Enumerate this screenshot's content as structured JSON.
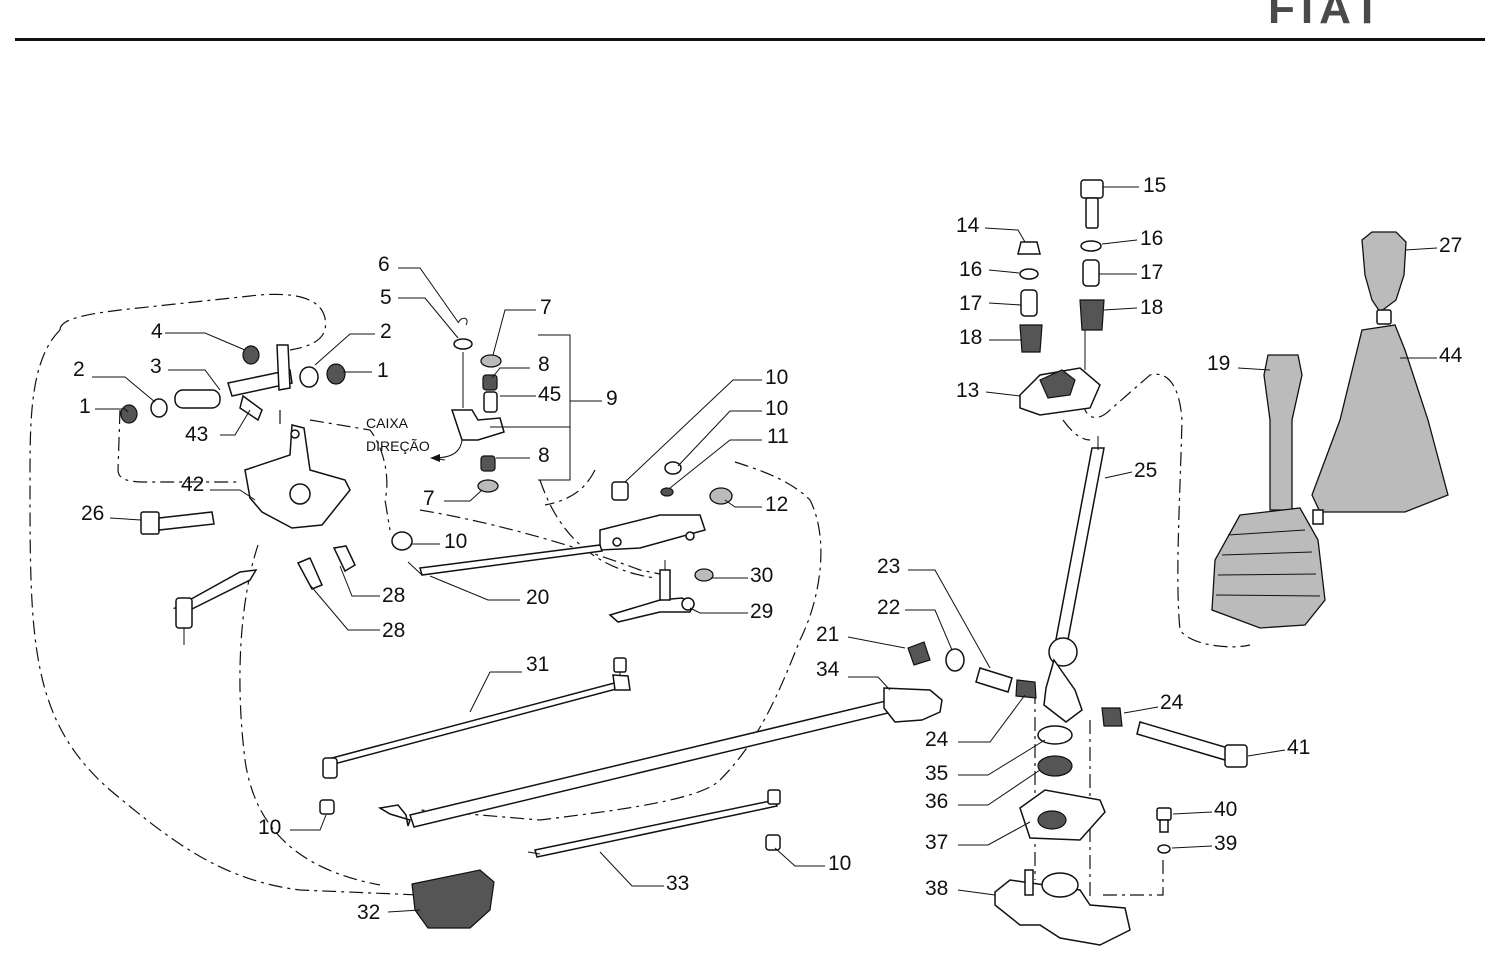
{
  "header": {
    "brand": "FIAT"
  },
  "notes": {
    "caixa": "CAIXA",
    "direcao": "DIREÇÃO"
  },
  "callouts": [
    {
      "id": "c1a",
      "text": "1"
    },
    {
      "id": "c1b",
      "text": "1"
    },
    {
      "id": "c2a",
      "text": "2"
    },
    {
      "id": "c2b",
      "text": "2"
    },
    {
      "id": "c3",
      "text": "3"
    },
    {
      "id": "c4",
      "text": "4"
    },
    {
      "id": "c5",
      "text": "5"
    },
    {
      "id": "c6",
      "text": "6"
    },
    {
      "id": "c7a",
      "text": "7"
    },
    {
      "id": "c7b",
      "text": "7"
    },
    {
      "id": "c8a",
      "text": "8"
    },
    {
      "id": "c8b",
      "text": "8"
    },
    {
      "id": "c9",
      "text": "9"
    },
    {
      "id": "c10a",
      "text": "10"
    },
    {
      "id": "c10b",
      "text": "10"
    },
    {
      "id": "c10c",
      "text": "10"
    },
    {
      "id": "c10d",
      "text": "10"
    },
    {
      "id": "c10e",
      "text": "10"
    },
    {
      "id": "c11",
      "text": "11"
    },
    {
      "id": "c12",
      "text": "12"
    },
    {
      "id": "c13",
      "text": "13"
    },
    {
      "id": "c14",
      "text": "14"
    },
    {
      "id": "c15",
      "text": "15"
    },
    {
      "id": "c16a",
      "text": "16"
    },
    {
      "id": "c16b",
      "text": "16"
    },
    {
      "id": "c17a",
      "text": "17"
    },
    {
      "id": "c17b",
      "text": "17"
    },
    {
      "id": "c18a",
      "text": "18"
    },
    {
      "id": "c18b",
      "text": "18"
    },
    {
      "id": "c19",
      "text": "19"
    },
    {
      "id": "c20",
      "text": "20"
    },
    {
      "id": "c21",
      "text": "21"
    },
    {
      "id": "c22",
      "text": "22"
    },
    {
      "id": "c23",
      "text": "23"
    },
    {
      "id": "c24a",
      "text": "24"
    },
    {
      "id": "c24b",
      "text": "24"
    },
    {
      "id": "c25",
      "text": "25"
    },
    {
      "id": "c26",
      "text": "26"
    },
    {
      "id": "c27",
      "text": "27"
    },
    {
      "id": "c28a",
      "text": "28"
    },
    {
      "id": "c28b",
      "text": "28"
    },
    {
      "id": "c29",
      "text": "29"
    },
    {
      "id": "c30",
      "text": "30"
    },
    {
      "id": "c31",
      "text": "31"
    },
    {
      "id": "c32",
      "text": "32"
    },
    {
      "id": "c33",
      "text": "33"
    },
    {
      "id": "c34",
      "text": "34"
    },
    {
      "id": "c35",
      "text": "35"
    },
    {
      "id": "c36",
      "text": "36"
    },
    {
      "id": "c37",
      "text": "37"
    },
    {
      "id": "c38",
      "text": "38"
    },
    {
      "id": "c39",
      "text": "39"
    },
    {
      "id": "c40",
      "text": "40"
    },
    {
      "id": "c41",
      "text": "41"
    },
    {
      "id": "c42",
      "text": "42"
    },
    {
      "id": "c43",
      "text": "43"
    },
    {
      "id": "c44",
      "text": "44"
    },
    {
      "id": "c45",
      "text": "45"
    }
  ]
}
